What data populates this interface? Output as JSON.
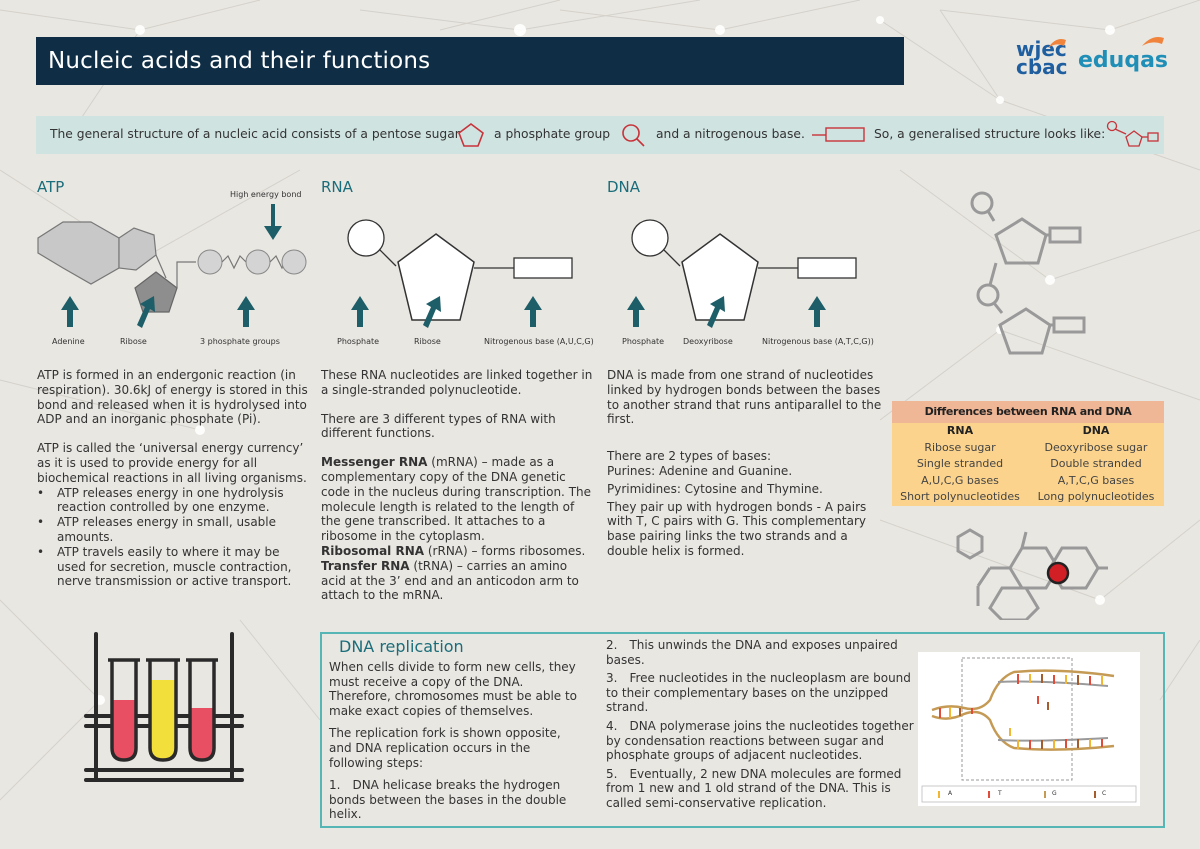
{
  "header": {
    "title": "Nucleic acids and their functions"
  },
  "logos": {
    "wjec_line1": "wjec",
    "wjec_line2": "cbac",
    "eduqas": "eduqas"
  },
  "intro": {
    "part1": "The general structure of a nucleic acid consists of a pentose sugar",
    "part2": "a phosphate group",
    "part3": "and a nitrogenous base.",
    "part4": "So, a generalised structure looks like:"
  },
  "atp": {
    "title": "ATP",
    "labels": {
      "high_energy_bond": "High energy bond",
      "adenine": "Adenine",
      "ribose": "Ribose",
      "phosphates": "3 phosphate groups"
    },
    "para1": "ATP is formed in an endergonic reaction (in respiration). 30.6kJ of energy is stored in this bond and released when it is hydrolysed into ADP and an inorganic phosphate (Pi).",
    "para2": "ATP is called the ‘universal energy currency’ as it is used to provide energy for all biochemical reactions in all living organisms.",
    "bullets": [
      "ATP releases energy in one hydrolysis reaction controlled by one enzyme.",
      "ATP releases energy in small, usable amounts.",
      "ATP travels easily to where it may be used for secretion, muscle contraction, nerve transmission or active transport."
    ]
  },
  "rna": {
    "title": "RNA",
    "labels": {
      "phosphate": "Phosphate",
      "ribose": "Ribose",
      "base": "Nitrogenous base (A,U,C,G)"
    },
    "para1": "These RNA nucleotides are linked together in a single-stranded polynucleotide.",
    "para2": "There are 3 different types of RNA with different functions.",
    "mrna_term": "Messenger RNA",
    "mrna_text": " (mRNA) – made as a complementary copy of the DNA genetic code in the nucleus during transcription. The molecule length is related to the length of the gene transcribed. It attaches to a ribosome in the cytoplasm.",
    "rrna_term": "Ribosomal RNA",
    "rrna_text": " (rRNA) – forms ribosomes.",
    "trna_term": "Transfer RNA",
    "trna_text": " (tRNA) – carries an amino acid at the 3’ end and an anticodon arm to attach to the mRNA."
  },
  "dna": {
    "title": "DNA",
    "labels": {
      "phosphate": "Phosphate",
      "deoxyribose": "Deoxyribose",
      "base": "Nitrogenous base (A,T,C,G))"
    },
    "para1": "DNA is made from one strand of nucleotides linked by hydrogen bonds between the bases to another strand that runs antiparallel to the first.",
    "para2": "There are 2 types of bases:",
    "purines": "Purines: Adenine and Guanine.",
    "pyrimidines": "Pyrimidines: Cytosine and Thymine.",
    "para3": "They pair up with hydrogen bonds - A pairs with T, C pairs with G. This complementary base pairing links the two strands and a double helix is formed."
  },
  "diff_table": {
    "title": "Differences between RNA and DNA",
    "headers": [
      "RNA",
      "DNA"
    ],
    "rows": [
      [
        "Ribose sugar",
        "Deoxyribose sugar"
      ],
      [
        "Single stranded",
        "Double stranded"
      ],
      [
        "A,U,C,G bases",
        "A,T,C,G bases"
      ],
      [
        "Short polynucleotides",
        "Long polynucleotides"
      ]
    ]
  },
  "replication": {
    "title": "DNA replication",
    "intro1": "When cells divide to form new cells, they must receive a copy of the DNA. Therefore, chromosomes must be able to make exact copies of themselves.",
    "intro2": "The replication fork is shown opposite, and DNA replication occurs in the following steps:",
    "step1": "1.  DNA helicase breaks the hydrogen bonds between the bases in the double helix.",
    "step2": "2.  This unwinds the DNA and exposes unpaired bases.",
    "step3": "3.  Free nucleotides in the nucleoplasm are bound to their complementary bases on the unzipped strand.",
    "step4": "4.  DNA polymerase joins the nucleotides together by condensation reactions between sugar and phosphate groups of adjacent nucleotides.",
    "step5": "5.  Eventually, 2 new DNA molecules are formed from 1 new and 1 old strand of the DNA. This is called semi-conservative replication.",
    "legend": [
      "A",
      "T",
      "G",
      "C"
    ]
  },
  "colors": {
    "title_bg": "#0f2d45",
    "teal_text": "#1a6d7a",
    "intro_bg": "#cfe3e1",
    "arrow": "#1d5e68",
    "red_outline": "#c8333a",
    "table_head": "#f0b796",
    "table_rows": "#fbd38d",
    "box_border": "#56b5b5"
  }
}
